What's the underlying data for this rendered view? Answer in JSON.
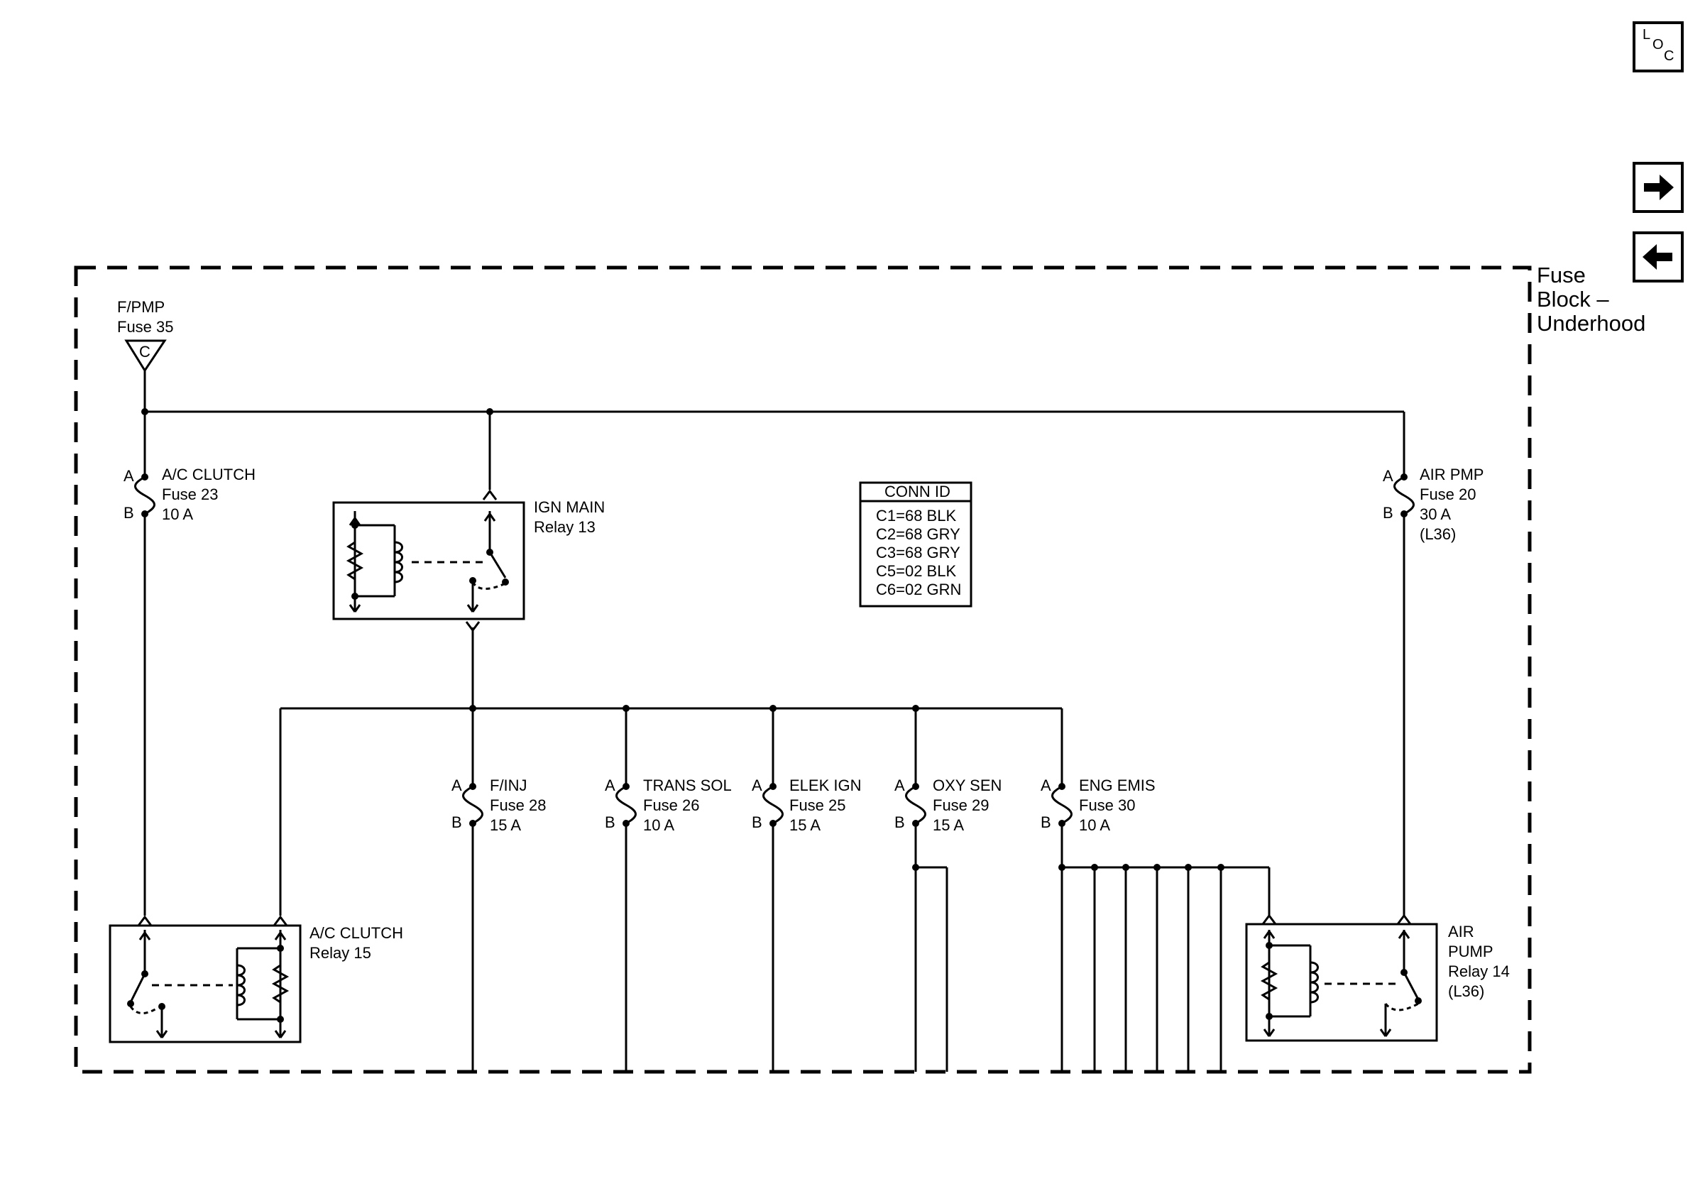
{
  "title": "Fuse Block – Underhood",
  "block_label_lines": [
    "Fuse",
    "Block –",
    "Underhood"
  ],
  "nav": {
    "loc": {
      "l": "L",
      "o": "O",
      "c": "C"
    },
    "next_icon": "arrow-right-icon",
    "prev_icon": "arrow-left-icon"
  },
  "source": {
    "line1": "F/PMP",
    "line2": "Fuse 35",
    "connector": "C"
  },
  "fuses": {
    "ac_clutch": {
      "name": "A/C CLUTCH",
      "fuse": "Fuse 23",
      "rating": "10 A",
      "pin_a": "A",
      "pin_b": "B"
    },
    "air_pmp": {
      "name": "AIR PMP",
      "fuse": "Fuse 20",
      "rating": "30 A",
      "option": "(L36)",
      "pin_a": "A",
      "pin_b": "B"
    },
    "f_inj": {
      "name": "F/INJ",
      "fuse": "Fuse 28",
      "rating": "15 A",
      "pin_a": "A",
      "pin_b": "B"
    },
    "trans_sol": {
      "name": "TRANS SOL",
      "fuse": "Fuse 26",
      "rating": "10 A",
      "pin_a": "A",
      "pin_b": "B"
    },
    "elek_ign": {
      "name": "ELEK IGN",
      "fuse": "Fuse 25",
      "rating": "15 A",
      "pin_a": "A",
      "pin_b": "B"
    },
    "oxy_sen": {
      "name": "OXY SEN",
      "fuse": "Fuse 29",
      "rating": "15 A",
      "pin_a": "A",
      "pin_b": "B"
    },
    "eng_emis": {
      "name": "ENG EMIS",
      "fuse": "Fuse 30",
      "rating": "10 A",
      "pin_a": "A",
      "pin_b": "B"
    }
  },
  "relays": {
    "ign_main": {
      "line1": "IGN MAIN",
      "line2": "Relay 13"
    },
    "ac_clutch": {
      "line1": "A/C CLUTCH",
      "line2": "Relay 15"
    },
    "air_pump": {
      "line1": "AIR",
      "line2": "PUMP",
      "line3": "Relay 14",
      "line4": "(L36)"
    }
  },
  "conn_id": {
    "header": "CONN ID",
    "rows": [
      "C1=68 BLK",
      "C2=68 GRY",
      "C3=68 GRY",
      "C5=02 BLK",
      "C6=02 GRN"
    ]
  },
  "colors": {
    "line": "#000000",
    "background": "#ffffff"
  }
}
